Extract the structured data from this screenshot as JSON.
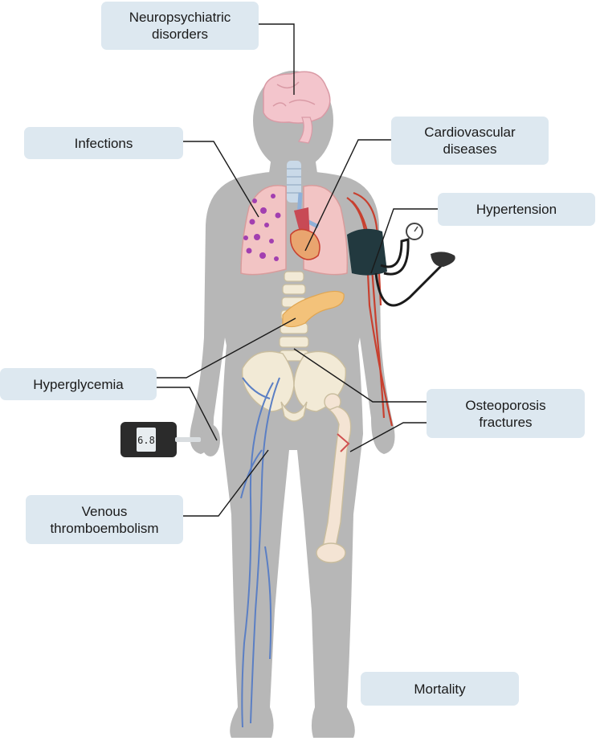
{
  "labels": {
    "neuro": "Neuropsychiatric\ndisorders",
    "infections": "Infections",
    "cardio": "Cardiovascular\ndiseases",
    "hypertension": "Hypertension",
    "hyperglycemia": "Hyperglycemia",
    "osteoporosis": "Osteoporosis\nfractures",
    "venous": "Venous\nthromboembolism",
    "mortality": "Mortality"
  },
  "glucose_meter": {
    "reading": "6.8"
  },
  "colors": {
    "label_box": "#dde8f0",
    "body_silhouette": "#b7b7b7",
    "leader_line": "#1a1a1a",
    "lungs": "#f2c4c4",
    "infection_spots": "#a23fb0",
    "veins": "#5b7fc4",
    "arteries": "#c8402f",
    "pancreas": "#f3c27a",
    "bones": "#f2ead6",
    "bp_cuff": "#22393f"
  }
}
